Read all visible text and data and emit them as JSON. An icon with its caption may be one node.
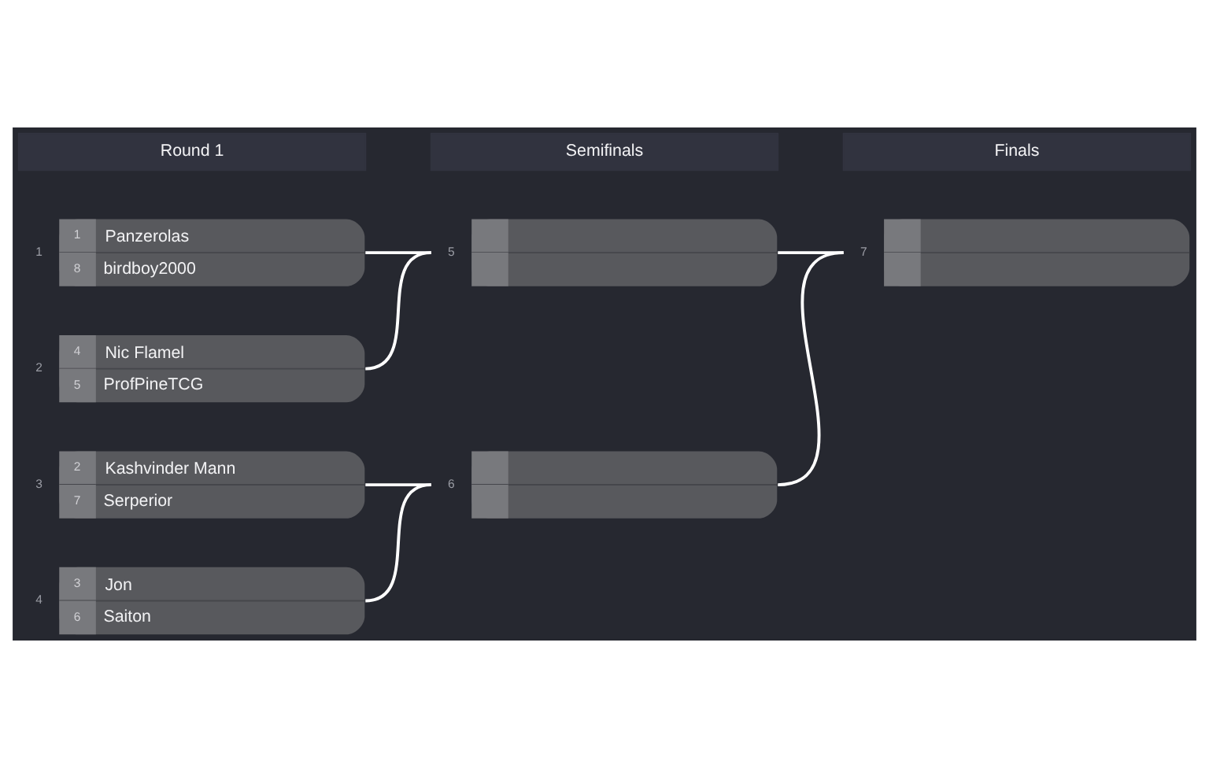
{
  "diagram": {
    "nodes": [
      {
        "text": [
          "Round 1"
        ]
      },
      {
        "text": [
          "Semifinals"
        ]
      },
      {
        "text": [
          "Finals"
        ]
      },
      {
        "text": [
          "1",
          "Panzerolas",
          "8",
          "birdboy2000"
        ],
        "beside": [
          "1"
        ]
      },
      {
        "text": [
          "4",
          "Nic Flamel",
          "5",
          "ProfPineTCG"
        ],
        "beside": [
          "2"
        ]
      },
      {
        "text": [
          "2",
          "Kashvinder Mann",
          "7",
          "Serperior"
        ],
        "beside": [
          "3"
        ]
      },
      {
        "text": [
          "3",
          "Jon",
          "6",
          "Saiton"
        ],
        "beside": [
          "4"
        ]
      },
      {
        "text": [],
        "shape": "box",
        "beside": [
          "5"
        ]
      },
      {
        "text": [],
        "shape": "box",
        "beside": [
          "6"
        ]
      },
      {
        "text": [],
        "shape": "box",
        "beside": [
          "7"
        ]
      }
    ],
    "edges": [
      {
        "from": 3,
        "to": 7,
        "arrow": "none"
      },
      {
        "from": 4,
        "to": 7,
        "arrow": "none"
      },
      {
        "from": 5,
        "to": 8,
        "arrow": "none"
      },
      {
        "from": 6,
        "to": 8,
        "arrow": "none"
      },
      {
        "from": 7,
        "to": 9,
        "arrow": "none"
      },
      {
        "from": 8,
        "to": 9,
        "arrow": "none"
      }
    ]
  }
}
